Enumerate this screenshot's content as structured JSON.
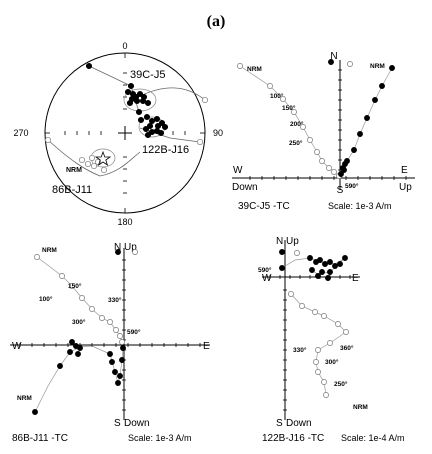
{
  "figure": {
    "panel_label": "(a)"
  },
  "stereonet": {
    "ticks": {
      "north": "0",
      "east": "90",
      "south": "180",
      "west": "270"
    },
    "clusters": [
      "39C-J5",
      "122B-J16",
      "86B-J11"
    ],
    "nrm_label": "NRM"
  },
  "panel_39C": {
    "axes": {
      "n": "N",
      "e": "E",
      "s": "S",
      "w": "W",
      "down": "Down",
      "up": "Up"
    },
    "step_labels": [
      "NRM",
      "100°",
      "150°",
      "200°",
      "250°",
      "NRM",
      "590°"
    ],
    "caption": "39C-J5 -TC",
    "scale": "Scale: 1e-3 A/m"
  },
  "panel_86B": {
    "axes": {
      "n": "N",
      "up": "Up",
      "e": "E",
      "w": "W",
      "s": "S",
      "down": "Down"
    },
    "step_labels": [
      "NRM",
      "150°",
      "100°",
      "330°",
      "300°",
      "590°",
      "NRM"
    ],
    "caption": "86B-J11 -TC",
    "scale": "Scale: 1e-3 A/m"
  },
  "panel_122B": {
    "axes": {
      "n": "N",
      "up": "Up",
      "e": "E",
      "w": "W",
      "s": "S",
      "down": "Down"
    },
    "step_labels": [
      "590°",
      "360°",
      "330°",
      "300°",
      "250°",
      "NRM"
    ],
    "caption": "122B-J16 -TC",
    "scale": "Scale: 1e-4 A/m"
  }
}
